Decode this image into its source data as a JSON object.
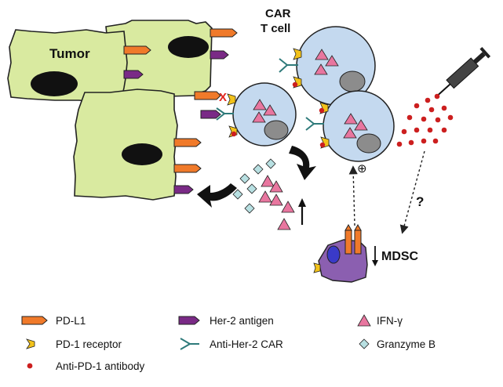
{
  "labels": {
    "tumor": "Tumor",
    "car_line1": "CAR",
    "car_line2": "T cell",
    "question": "?",
    "mdsc": "MDSC",
    "plus": "⊕",
    "x_mark": "X"
  },
  "legend": {
    "pdl1": "PD-L1",
    "pd1": "PD-1 receptor",
    "antibody": "Anti-PD-1 antibody",
    "her2": "Her-2 antigen",
    "car": "Anti-Her-2 CAR",
    "ifng": "IFN-γ",
    "granzyme": "Granzyme B"
  },
  "colors": {
    "tumor_fill": "#d9eaa0",
    "tcell_fill": "#c4d9ef",
    "nucleus": "#8c8c8c",
    "pdl1": "#f07a2a",
    "her2": "#7a2a86",
    "pd1": "#f2c21a",
    "antibody": "#cc1f1f",
    "ifng": "#e8769f",
    "granzyme": "#b8e0e2",
    "mdsc": "#8b5fb0"
  }
}
